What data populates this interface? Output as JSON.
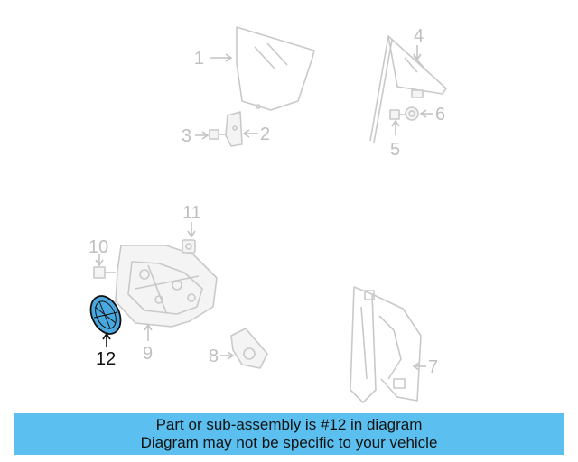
{
  "diagram": {
    "callouts": [
      {
        "label": "1"
      },
      {
        "label": "2"
      },
      {
        "label": "3"
      },
      {
        "label": "4"
      },
      {
        "label": "5"
      },
      {
        "label": "6"
      },
      {
        "label": "7"
      },
      {
        "label": "8"
      },
      {
        "label": "9"
      },
      {
        "label": "10"
      },
      {
        "label": "11"
      },
      {
        "label": "12"
      }
    ],
    "highlight_part": "12",
    "colors": {
      "highlight_fill": "#4aa8e0",
      "highlight_stroke": "#111111",
      "part_stroke": "#c9c9c9",
      "banner_bg": "#5bc0ef"
    }
  },
  "banner": {
    "line1": "Part or sub-assembly is #12 in diagram",
    "line2": "Diagram may not be specific to your vehicle"
  }
}
